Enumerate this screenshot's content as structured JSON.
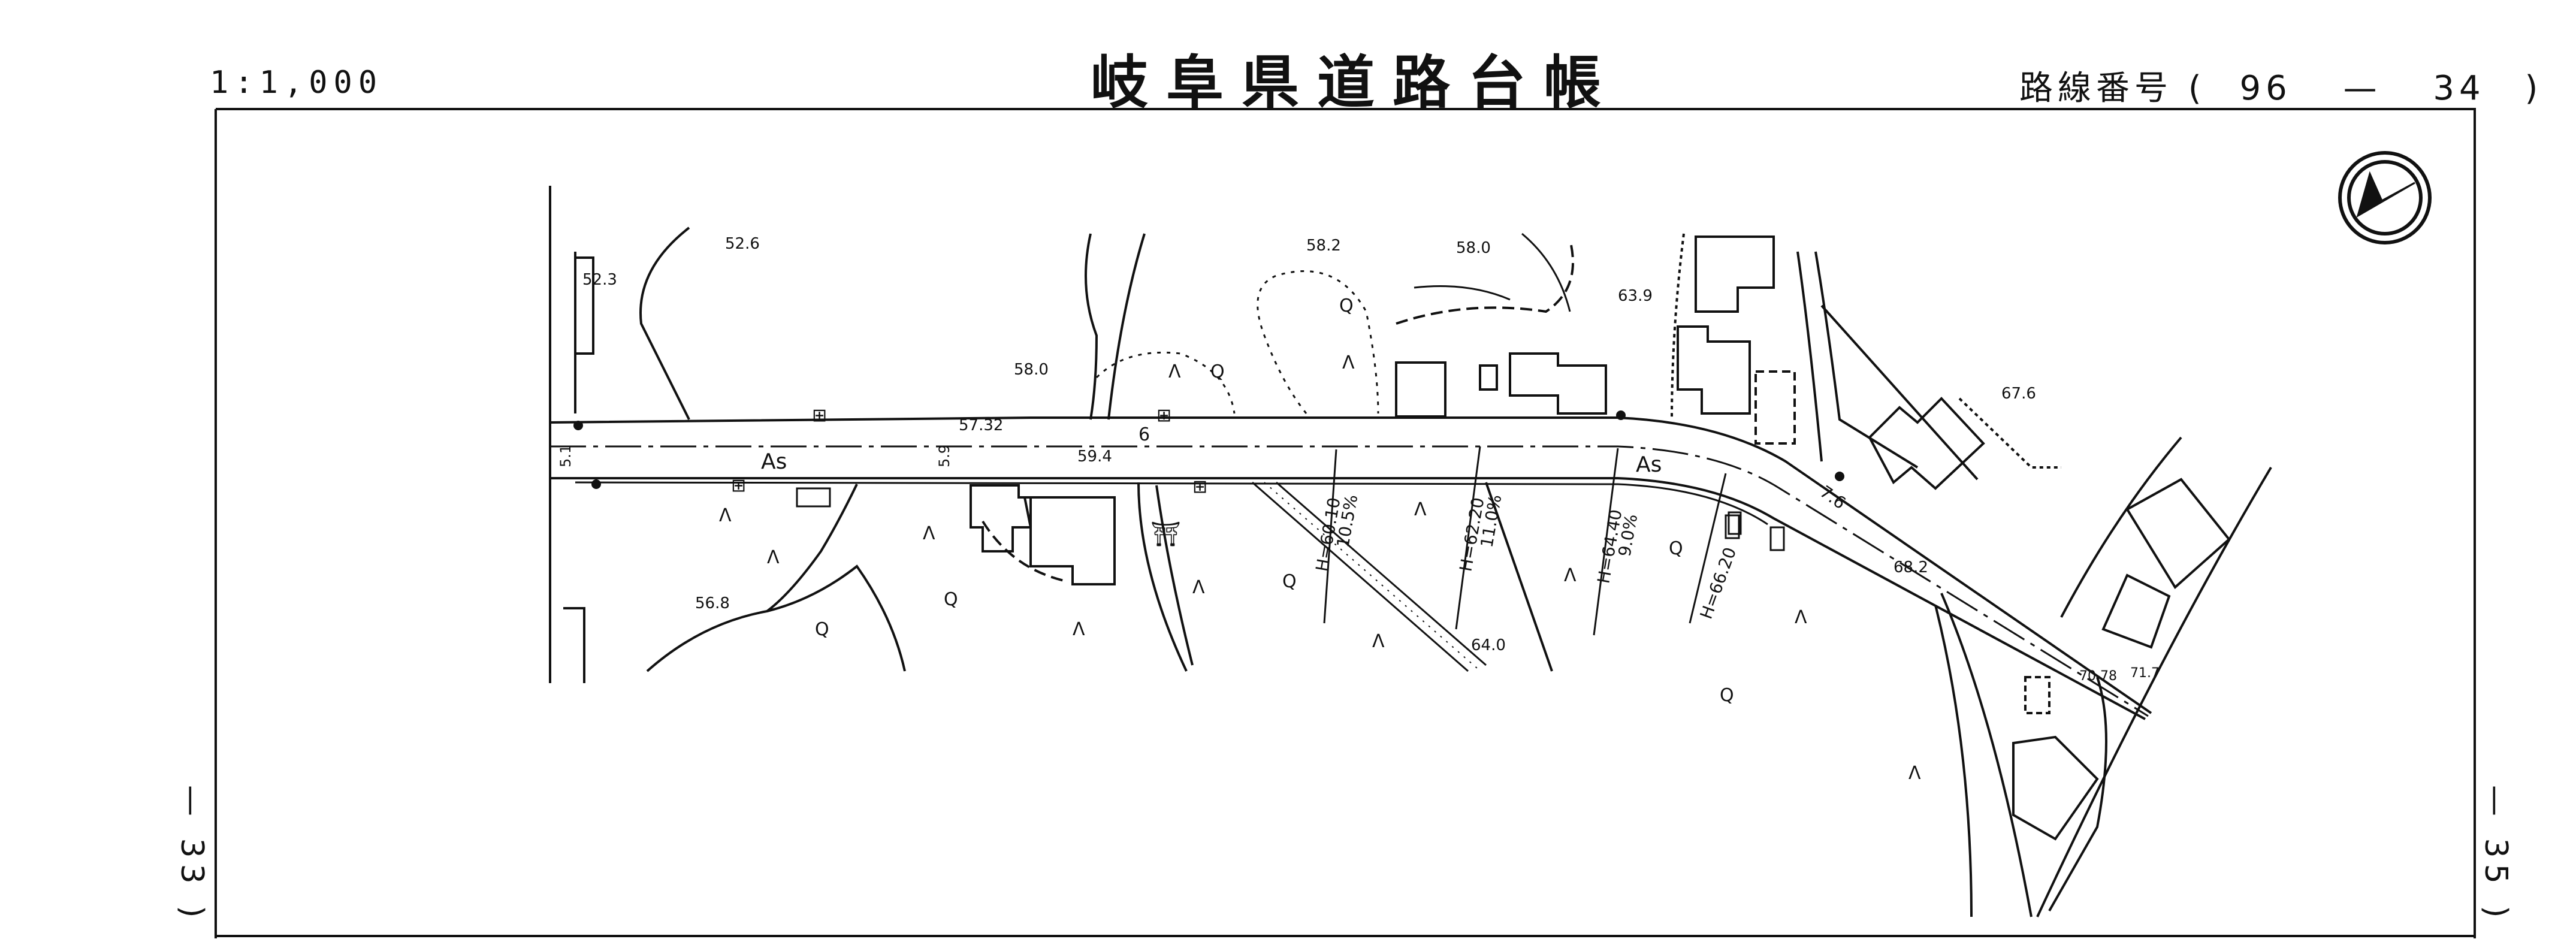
{
  "header": {
    "scale": "1:1,000",
    "title": "岐阜県道路台帳",
    "route_label": "路線番号",
    "route_open": "(",
    "route_major": "96",
    "route_dash": "—",
    "route_minor": "34",
    "route_close": ")"
  },
  "page_refs": {
    "left": "— 33 )",
    "right": "— 35 )"
  },
  "map": {
    "icons": [
      "north-arrow-icon",
      "bench-mark-icon",
      "torii-shrine-icon",
      "broadleaf-tree-icon",
      "conifer-tree-icon"
    ],
    "elevations": [
      "52.6",
      "52.3",
      "58.2",
      "58.0",
      "63.9",
      "58.0",
      "57.32",
      "59.4",
      "67.6",
      "56.8",
      "64.0",
      "68.2",
      "70.78",
      "71.7"
    ],
    "surface_labels": [
      "As",
      "As"
    ],
    "widths": [
      "5.1",
      "5.9",
      "6",
      "7.6"
    ],
    "gradients": [
      {
        "h": "H=60.10",
        "slope": "10.5%"
      },
      {
        "h": "H=62.20",
        "slope": "11.0%"
      },
      {
        "h": "H=64.40",
        "slope": "9.0%"
      },
      {
        "h": "H=66.20",
        "slope": ""
      }
    ]
  }
}
